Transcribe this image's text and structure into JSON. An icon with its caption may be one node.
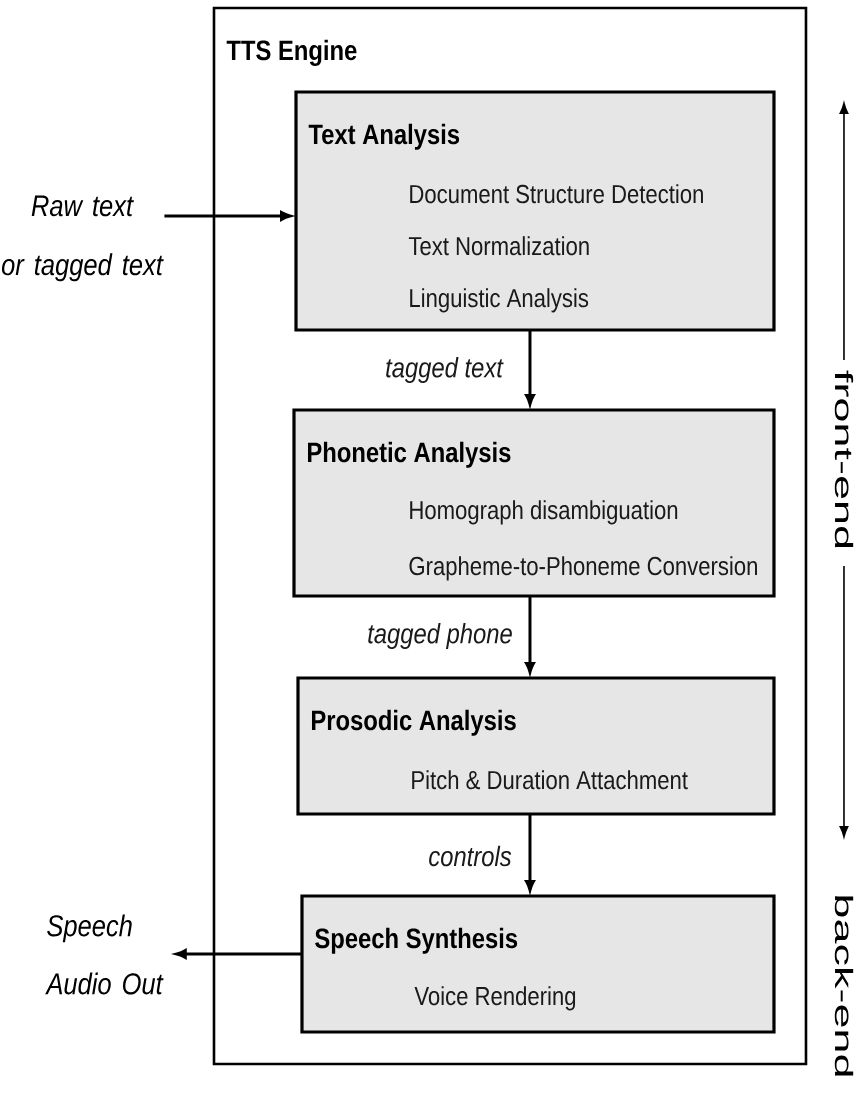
{
  "diagram": {
    "nodes": [
      {
        "text": [
          "TTS Engine"
        ]
      },
      {
        "text": [
          "Text Analysis",
          "Document Structure Detection",
          "Text Normalization",
          "Linguistic Analysis"
        ],
        "in": 0
      },
      {
        "text": [
          "Phonetic Analysis",
          "Homograph disambiguation",
          "Grapheme-to-Phoneme Conversion"
        ],
        "in": 0
      },
      {
        "text": [
          "Prosodic Analysis",
          "Pitch & Duration Attachment"
        ],
        "in": 0
      },
      {
        "text": [
          "Speech Synthesis",
          "Voice Rendering"
        ],
        "in": 0
      },
      {
        "text": [
          "Raw text or tagged text"
        ]
      },
      {
        "text": [
          "Speech Audio Out"
        ]
      }
    ],
    "edges": [
      {
        "from": 5,
        "to": 1,
        "arrow": "to"
      },
      {
        "from": 1,
        "to": 2,
        "arrow": "to",
        "label": "tagged text"
      },
      {
        "from": 2,
        "to": 3,
        "arrow": "to",
        "label": "tagged phone"
      },
      {
        "from": 3,
        "to": 4,
        "arrow": "to",
        "label": "controls"
      },
      {
        "from": 4,
        "to": 6,
        "arrow": "to"
      }
    ],
    "labels": [
      "front-end",
      "back-end"
    ]
  }
}
